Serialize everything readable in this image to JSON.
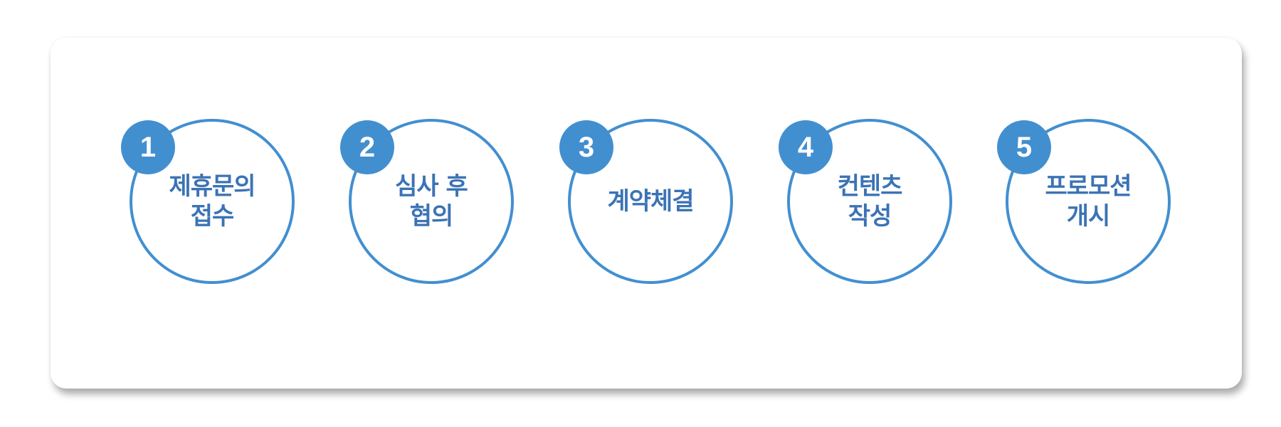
{
  "steps": [
    {
      "number": "1",
      "line1": "제휴문의",
      "line2": "접수"
    },
    {
      "number": "2",
      "line1": "심사 후",
      "line2": "협의"
    },
    {
      "number": "3",
      "line1": "계약체결",
      "line2": ""
    },
    {
      "number": "4",
      "line1": "컨텐츠",
      "line2": "작성"
    },
    {
      "number": "5",
      "line1": "프로모션",
      "line2": "개시"
    }
  ],
  "colors": {
    "accent": "#428fd0",
    "text": "#3b73b5"
  }
}
